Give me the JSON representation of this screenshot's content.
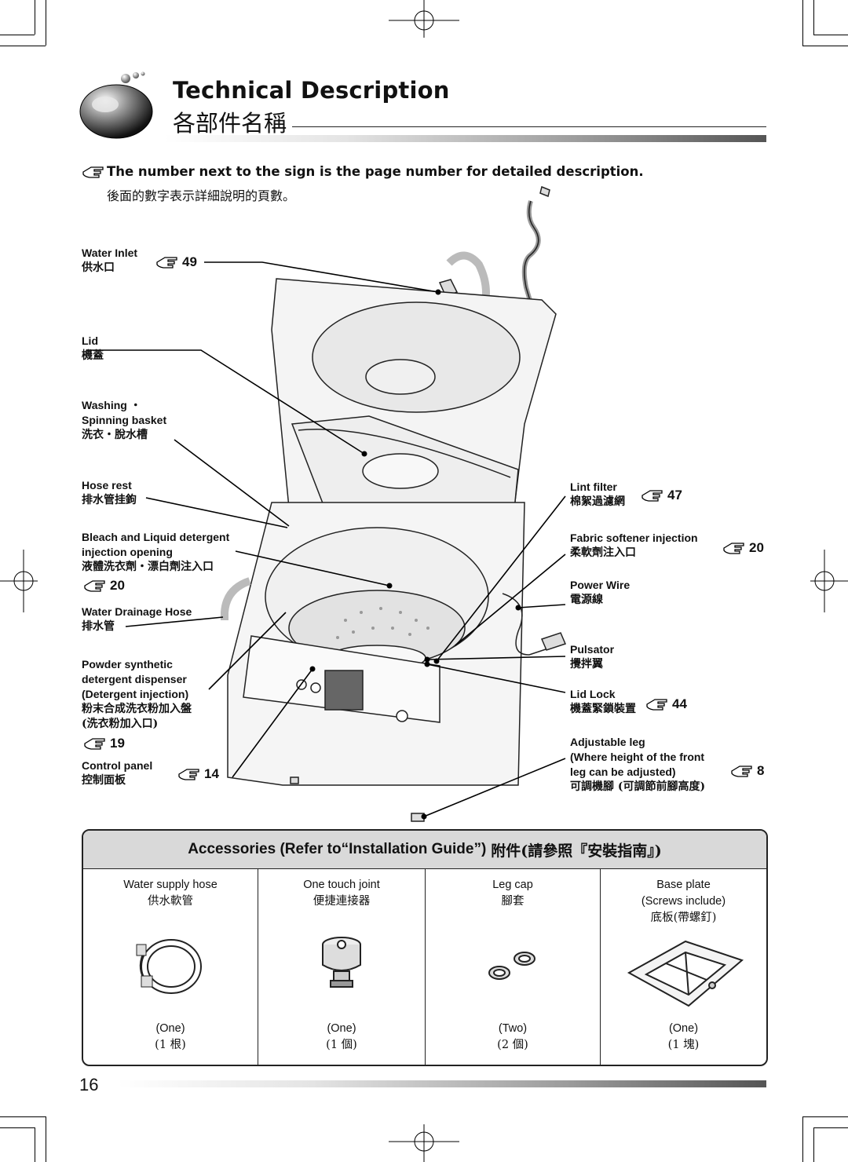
{
  "header": {
    "title_en": "Technical Description",
    "title_zh": "各部件名稱"
  },
  "note": {
    "en": "The number next to the sign is the page number for detailed description.",
    "zh": "後面的數字表示詳細說明的頁數。"
  },
  "labels": {
    "water_inlet": {
      "en": "Water Inlet",
      "zh": "供水口",
      "page": "49"
    },
    "lid": {
      "en": "Lid",
      "zh": "機蓋"
    },
    "basket": {
      "en1": "Washing ・",
      "en2": "Spinning basket",
      "zh": "洗衣・脫水槽"
    },
    "hose_rest": {
      "en": "Hose rest",
      "zh": "排水管挂鉤"
    },
    "bleach": {
      "en1": "Bleach and Liquid detergent",
      "en2": "injection opening",
      "zh": "液體洗衣劑・漂白劑注入口",
      "page": "20"
    },
    "drain_hose": {
      "en": "Water Drainage Hose",
      "zh": "排水管"
    },
    "powder": {
      "en1": "Powder synthetic",
      "en2": "detergent dispenser",
      "en3": "(Detergent injection)",
      "zh1": "粉末合成洗衣粉加入盤",
      "zh2": "(洗衣粉加入口)",
      "page": "19"
    },
    "control_panel": {
      "en": "Control panel",
      "zh": "控制面板",
      "page": "14"
    },
    "lint_filter": {
      "en": "Lint filter",
      "zh": "棉絮過濾網",
      "page": "47"
    },
    "fabric_softener": {
      "en": "Fabric softener injection",
      "zh": "柔軟劑注入口",
      "page": "20"
    },
    "power_wire": {
      "en": "Power Wire",
      "zh": "電源線"
    },
    "pulsator": {
      "en": "Pulsator",
      "zh": "攪拌翼"
    },
    "lid_lock": {
      "en": "Lid Lock",
      "zh": "機蓋緊鎖裝置",
      "page": "44"
    },
    "adjustable_leg": {
      "en1": "Adjustable leg",
      "en2": "(Where height of the front",
      "en3": "leg can be adjusted)",
      "zh": "可調機腳 (可調節前腳高度)",
      "page": "8"
    }
  },
  "accessories": {
    "heading_en": "Accessories (Refer to“Installation Guide”)",
    "heading_zh": "附件(請參照『安裝指南』)",
    "items": [
      {
        "name_en": "Water supply hose",
        "name_zh": "供水軟管",
        "extra": "",
        "extra_zh": "",
        "qty_en": "(One)",
        "qty_zh": "(1 根)"
      },
      {
        "name_en": "One touch joint",
        "name_zh": "便捷連接器",
        "extra": "",
        "extra_zh": "",
        "qty_en": "(One)",
        "qty_zh": "(1 個)"
      },
      {
        "name_en": "Leg cap",
        "name_zh": "腳套",
        "extra": "",
        "extra_zh": "",
        "qty_en": "(Two)",
        "qty_zh": "(2 個)"
      },
      {
        "name_en": "Base plate",
        "name_zh": "(Screws include)",
        "extra": "底板(帶螺釘)",
        "extra_zh": "",
        "qty_en": "(One)",
        "qty_zh": "(1 塊)"
      }
    ]
  },
  "page_number": "16"
}
